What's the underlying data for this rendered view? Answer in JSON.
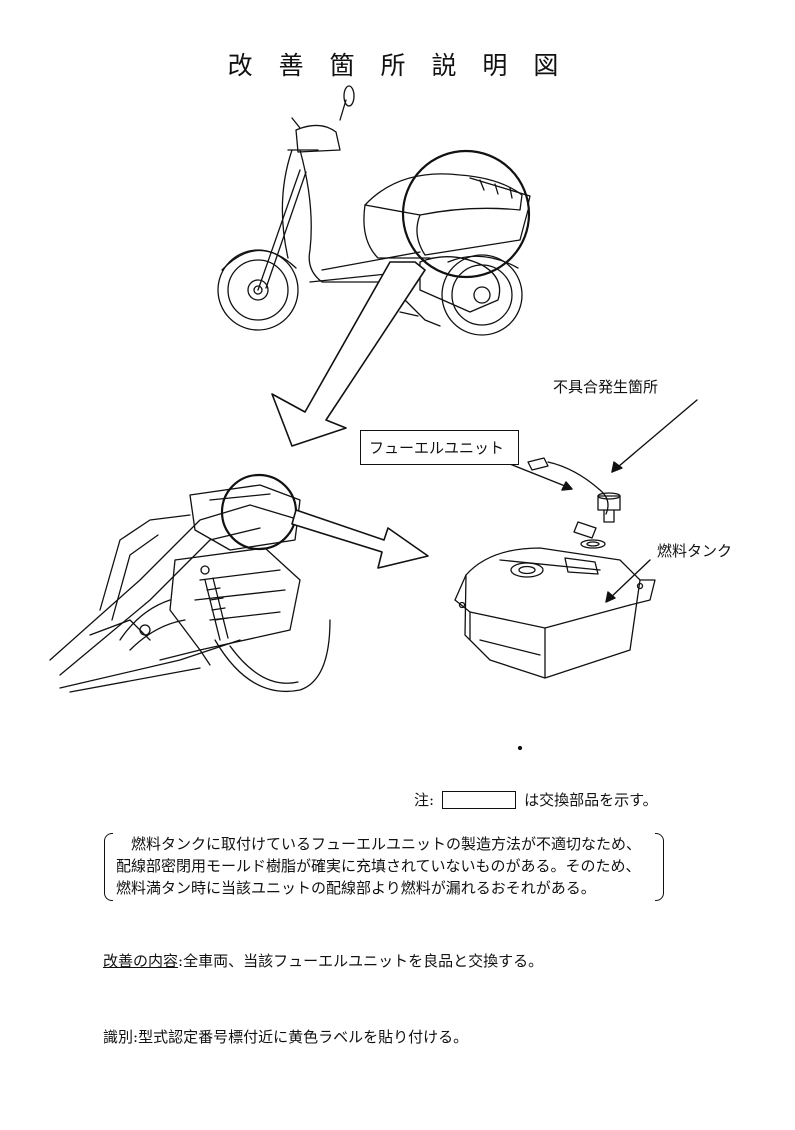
{
  "title": "改 善 箇 所 説 明 図",
  "labels": {
    "defect_location": "不具合発生箇所",
    "fuel_unit": "フューエルユニット",
    "fuel_tank": "燃料タンク"
  },
  "note": {
    "prefix": "注:",
    "suffix": "は交換部品を示す。"
  },
  "description": [
    "燃料タンクに取付けているフューエルユニットの製造方法が不適切なため、",
    "配線部密閉用モールド樹脂が確実に充填されていないものがある。そのため、",
    "燃料満タン時に当該ユニットの配線部より燃料が漏れるおそれがある。"
  ],
  "improvement": {
    "label": "改善の内容",
    "text": ":全車両、当該フューエルユニットを良品と交換する。"
  },
  "identification": {
    "label": "識別",
    "text": ":型式認定番号標付近に黄色ラベルを貼り付ける。"
  }
}
